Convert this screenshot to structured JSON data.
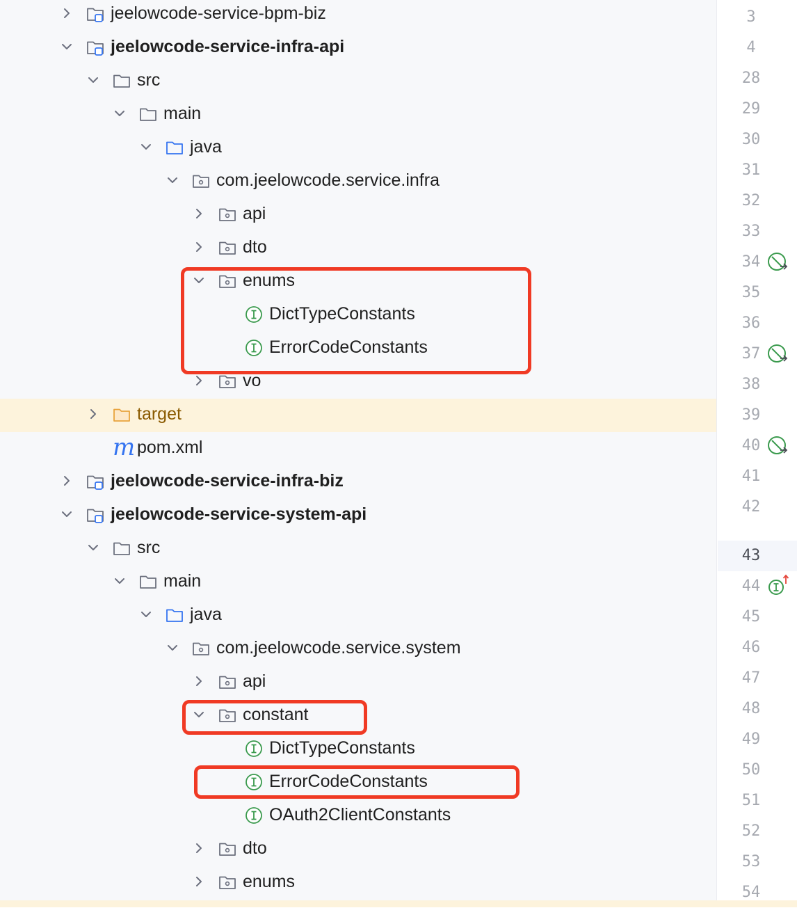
{
  "tree": {
    "items": [
      {
        "label": "jeelowcode-service-bpm-biz",
        "type": "module",
        "expanded": false,
        "bold": false
      },
      {
        "label": "jeelowcode-service-infra-api",
        "type": "module",
        "expanded": true,
        "bold": true
      },
      {
        "label": "src",
        "type": "folder",
        "expanded": true
      },
      {
        "label": "main",
        "type": "folder",
        "expanded": true
      },
      {
        "label": "java",
        "type": "source-folder",
        "expanded": true
      },
      {
        "label": "com.jeelowcode.service.infra",
        "type": "package",
        "expanded": true
      },
      {
        "label": "api",
        "type": "package",
        "expanded": false
      },
      {
        "label": "dto",
        "type": "package",
        "expanded": false
      },
      {
        "label": "enums",
        "type": "package",
        "expanded": true
      },
      {
        "label": "DictTypeConstants",
        "type": "interface"
      },
      {
        "label": "ErrorCodeConstants",
        "type": "interface"
      },
      {
        "label": "vo",
        "type": "package",
        "expanded": false
      },
      {
        "label": "target",
        "type": "excluded-folder",
        "expanded": false
      },
      {
        "label": "pom.xml",
        "type": "maven-file"
      },
      {
        "label": "jeelowcode-service-infra-biz",
        "type": "module",
        "expanded": false,
        "bold": true
      },
      {
        "label": "jeelowcode-service-system-api",
        "type": "module",
        "expanded": true,
        "bold": true
      },
      {
        "label": "src",
        "type": "folder",
        "expanded": true
      },
      {
        "label": "main",
        "type": "folder",
        "expanded": true
      },
      {
        "label": "java",
        "type": "source-folder",
        "expanded": true
      },
      {
        "label": "com.jeelowcode.service.system",
        "type": "package",
        "expanded": true
      },
      {
        "label": "api",
        "type": "package",
        "expanded": false
      },
      {
        "label": "constant",
        "type": "package",
        "expanded": true
      },
      {
        "label": "DictTypeConstants",
        "type": "interface"
      },
      {
        "label": "ErrorCodeConstants",
        "type": "interface"
      },
      {
        "label": "OAuth2ClientConstants",
        "type": "interface"
      },
      {
        "label": "dto",
        "type": "package",
        "expanded": false
      },
      {
        "label": "enums",
        "type": "package",
        "expanded": false
      }
    ],
    "maven_icon_glyph": "m"
  },
  "gutter": {
    "line_numbers": [
      "3",
      "4",
      "28",
      "29",
      "30",
      "31",
      "32",
      "33",
      "34",
      "35",
      "36",
      "37",
      "38",
      "39",
      "40",
      "41",
      "42",
      "43",
      "44",
      "45",
      "46",
      "47",
      "48",
      "49",
      "50",
      "51",
      "52",
      "53",
      "54"
    ],
    "current_line": "43",
    "markers": [
      {
        "line": "34",
        "icon": "implemented-method-icon"
      },
      {
        "line": "37",
        "icon": "implemented-method-icon"
      },
      {
        "line": "40",
        "icon": "implemented-method-icon"
      },
      {
        "line": "44",
        "icon": "interface-implemented-icon"
      }
    ]
  },
  "colors": {
    "tree_background": "#f7f8fa",
    "highlight_row": "#fdf3dc",
    "annotation_red": "#f03a24",
    "interface_green": "#3a9a4d",
    "source_folder_blue": "#3574f0",
    "excluded_orange": "#e8a33d"
  }
}
